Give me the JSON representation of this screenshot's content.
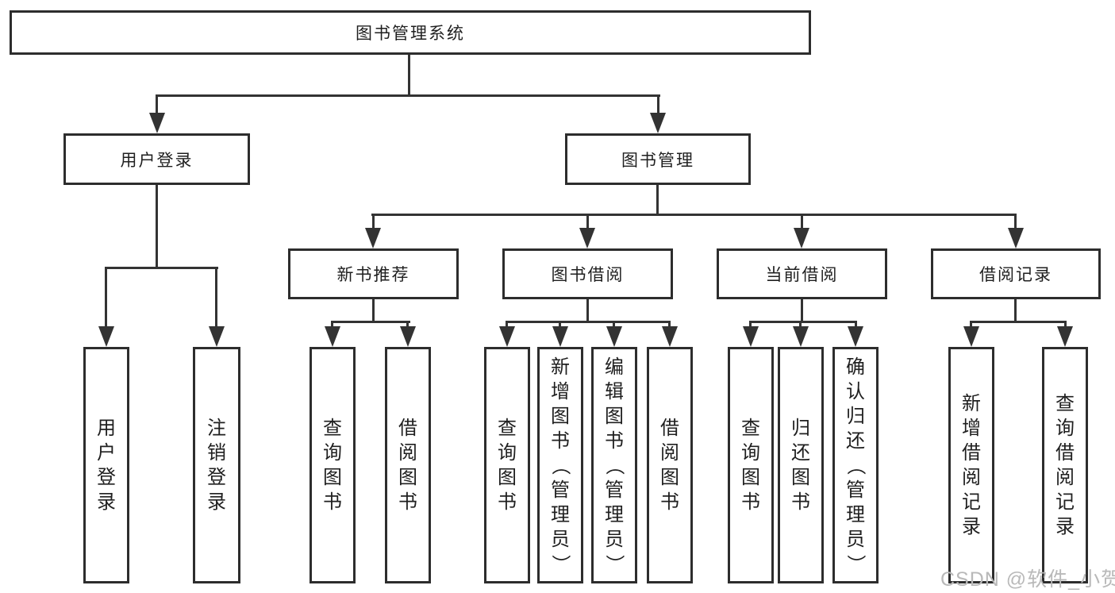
{
  "diagram": {
    "root": "图书管理系统",
    "branches": {
      "userLogin": {
        "label": "用户登录",
        "children": [
          "用户登录",
          "注销登录"
        ]
      },
      "bookManagement": {
        "label": "图书管理",
        "groups": [
          {
            "label": "新书推荐",
            "children": [
              "查询图书",
              "借阅图书"
            ]
          },
          {
            "label": "图书借阅",
            "children": [
              "查询图书",
              "新增图书（管理员）",
              "编辑图书（管理员）",
              "借阅图书"
            ]
          },
          {
            "label": "当前借阅",
            "children": [
              "查询图书",
              "归还图书",
              "确认归还（管理员）"
            ]
          },
          {
            "label": "借阅记录",
            "children": [
              "新增借阅记录",
              "查询借阅记录"
            ]
          }
        ]
      }
    }
  },
  "watermark": {
    "text": "CSDN @软件_小贺同学"
  },
  "colors": {
    "line": "#333333",
    "box_border": "#2d2d2d",
    "text": "#1f1f1f",
    "watermark": "#b9b9b9",
    "background": "#ffffff"
  }
}
